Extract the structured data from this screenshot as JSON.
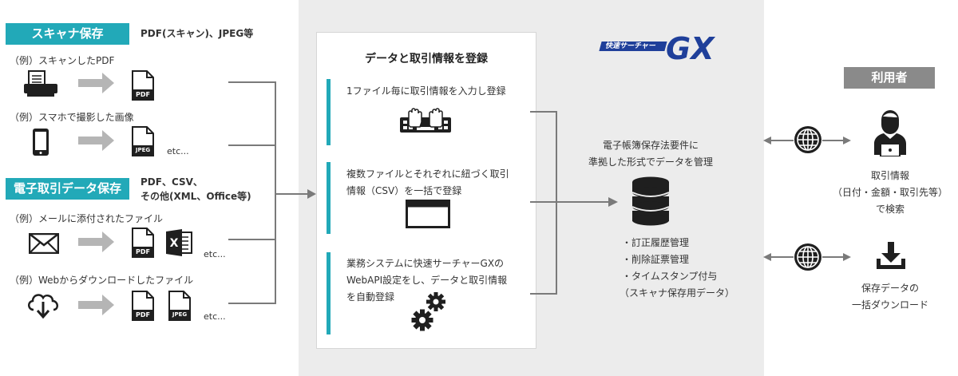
{
  "left": {
    "scanner_tag": "スキャナ保存",
    "scanner_formats": "PDF(スキャン)、JPEG等",
    "ex_scan_pdf": "（例）スキャンしたPDF",
    "ex_phone_photo": "（例）スマホで撮影した画像",
    "etc": "etc...",
    "edi_tag": "電子取引データ保存",
    "edi_formats_1": "PDF、CSV、",
    "edi_formats_2": "その他(XML、Office等)",
    "ex_mail": "（例）メールに添付されたファイル",
    "ex_web": "（例）Webからダウンロードしたファイル",
    "pdf": "PDF",
    "jpeg": "JPEG"
  },
  "center": {
    "title": "データと取引情報を登録",
    "step1": "1ファイル毎に取引情報を入力し登録",
    "step2_l1": "複数ファイルとそれぞれに紐づく取引",
    "step2_l2": "情報（CSV）を一括で登録",
    "step3_l1": "業務システムに快速サーチャーGXの",
    "step3_l2": "WebAPI設定をし、データと取引情報",
    "step3_l3": "を自動登録"
  },
  "brand": {
    "small": "快速サーチャー",
    "big": "GX",
    "color": "#1f3f9a"
  },
  "storage": {
    "caption_l1": "電子帳簿保存法要件に",
    "caption_l2": "準拠した形式でデータを管理",
    "f1": "・訂正履歴管理",
    "f2": "・削除証票管理",
    "f3": "・タイムスタンプ付与",
    "f4": "（スキャナ保存用データ）"
  },
  "right": {
    "user_tag": "利用者",
    "search_l1": "取引情報",
    "search_l2": "（日付・金額・取引先等）",
    "search_l3": "で検索",
    "dl_l1": "保存データの",
    "dl_l2": "一括ダウンロード"
  },
  "colors": {
    "accent": "#22a9b8",
    "dark": "#1f1f1f",
    "line": "#7a7a7a"
  }
}
